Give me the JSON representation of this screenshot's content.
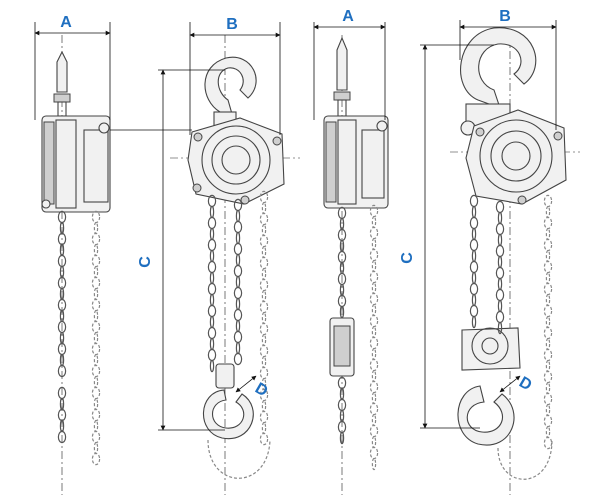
{
  "diagram": {
    "labels": {
      "a": "A",
      "b": "B",
      "c": "C",
      "d": "D"
    },
    "colors": {
      "label": "#1f6fc0",
      "line": "#444444",
      "fill": "#f1f1f1"
    }
  }
}
